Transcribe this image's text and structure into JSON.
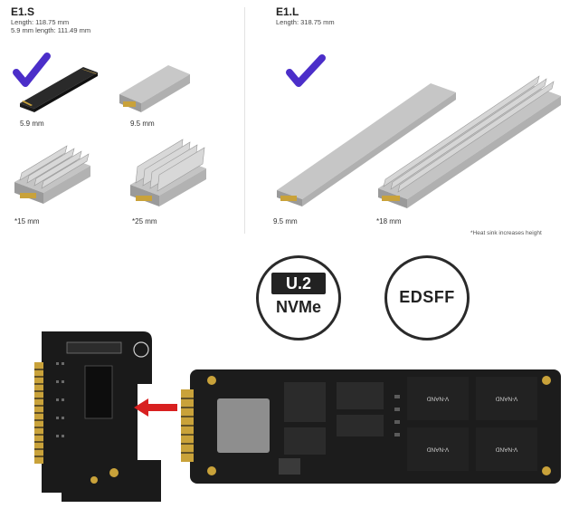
{
  "e1s": {
    "title": "E1.S",
    "length": "Length: 118.75 mm",
    "length_59": "5.9 mm length: 111.49 mm",
    "variants": [
      "5.9 mm",
      "9.5 mm",
      "*15 mm",
      "*25 mm"
    ]
  },
  "e1l": {
    "title": "E1.L",
    "length": "Length: 318.75 mm",
    "variants": [
      "9.5 mm",
      "*18 mm"
    ]
  },
  "note": "*Heat sink increases height",
  "badges": {
    "u2": "U.2",
    "nvme": "NVMe",
    "edsff": "EDSFF"
  },
  "chips": [
    "V-NAND",
    "V-NAND",
    "V-NAND",
    "V-NAND"
  ],
  "colors": {
    "check": "#4b2ec9",
    "arrow": "#d82020",
    "pcb": "#1a1a1a",
    "gold": "#c9a23a"
  }
}
